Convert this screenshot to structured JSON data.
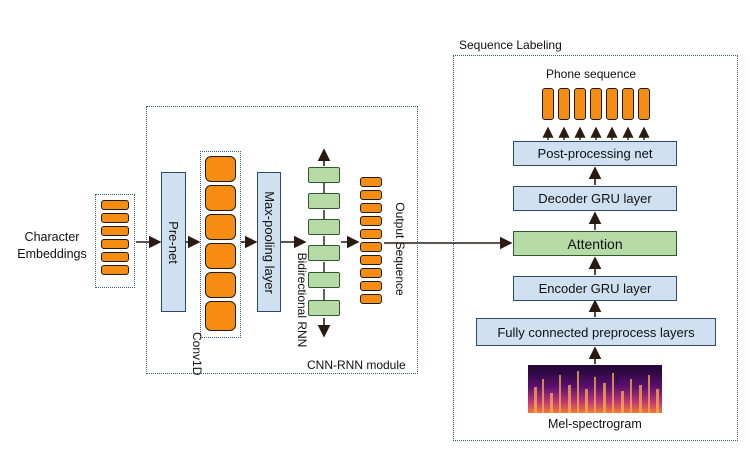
{
  "labels": {
    "character_embeddings": "Character\nEmbeddings",
    "pre_net": "Pre-net",
    "conv1d": "Conv1D",
    "max_pooling": "Max-pooling layer",
    "bidirectional_rnn": "Bidirectional RNN",
    "output_sequence": "Output Sequence",
    "cnn_rnn_module": "CNN-RNN module",
    "sequence_labeling": "Sequence Labeling",
    "phone_sequence": "Phone sequence",
    "post_processing": "Post-processing net",
    "decoder_gru": "Decoder GRU layer",
    "attention": "Attention",
    "encoder_gru": "Encoder GRU layer",
    "fully_connected": "Fully connected preprocess layers",
    "mel_spectrogram": "Mel-spectrogram"
  },
  "colors": {
    "orange": "#f68c12",
    "blue_box": "#cfe0f1",
    "green_box": "#b6dba7",
    "dotted_border": "#2f5d8c"
  }
}
